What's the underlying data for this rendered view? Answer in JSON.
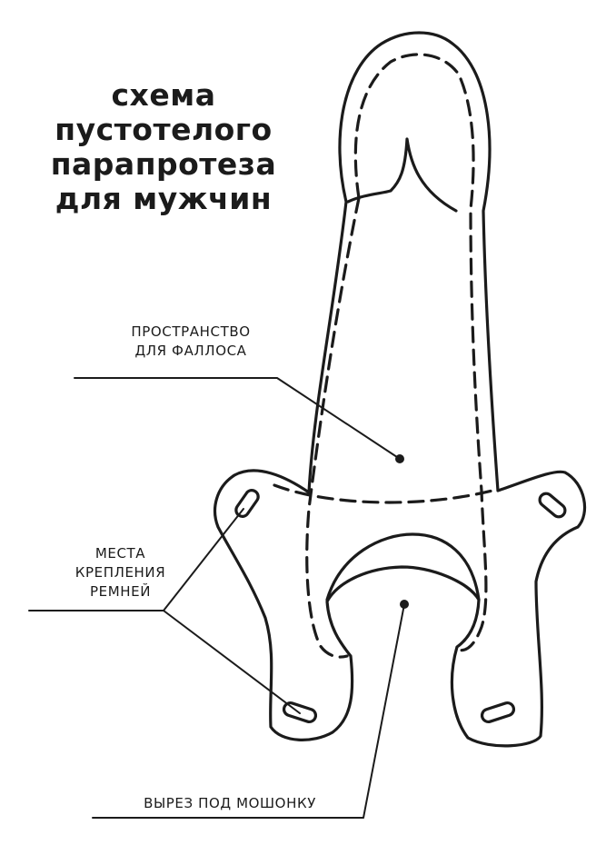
{
  "title": {
    "line1": "схема",
    "line2": "пустотелого",
    "line3": "парапротеза",
    "line4": "для мужчин"
  },
  "labels": {
    "phallus_space": [
      "ПРОСТРАНСТВО",
      "ДЛЯ ФАЛЛОСА"
    ],
    "strap_points": [
      "МЕСТА",
      "КРЕПЛЕНИЯ",
      "РЕМНЕЙ"
    ],
    "scrotum_cutout": "ВЫРЕЗ ПОД МОШОНКУ"
  },
  "colors": {
    "ink": "#1b1b1b",
    "background": "#ffffff"
  }
}
